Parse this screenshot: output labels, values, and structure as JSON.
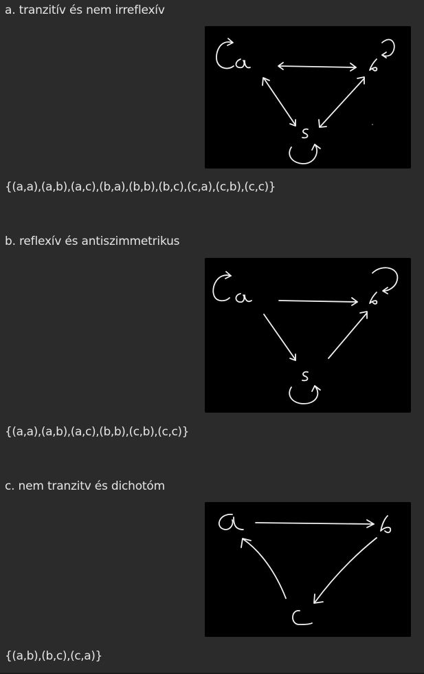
{
  "sections": [
    {
      "heading": "a.  tranzitív és nem irreflexív",
      "relation": "{(a,a),(a,b),(a,c),(b,a),(b,b),(b,c),(c,a),(c,b),(c,c)}"
    },
    {
      "heading": "b. reflexív és antiszimmetrikus",
      "relation": "{(a,a),(a,b),(a,c),(b,b),(c,b),(c,c)}"
    },
    {
      "heading": "c. nem tranzitv és dichotóm",
      "relation": "{(a,b),(b,c),(c,a)}"
    }
  ],
  "colors": {
    "page_background": "#2b2b2b",
    "text": "#e6e6e6",
    "diagram_background": "#000000",
    "ink": "#f2f2f2"
  }
}
